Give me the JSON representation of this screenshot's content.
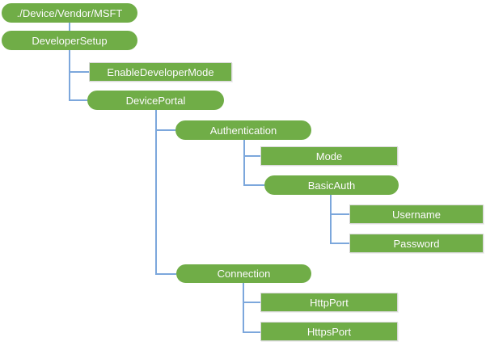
{
  "diagram": {
    "type": "tree-hierarchy",
    "colors": {
      "node_fill": "#70AD47",
      "node_text": "#FFFFFF",
      "connector": "#7CA7DC",
      "rect_border": "#D8D8D8",
      "background": "#FFFFFF"
    },
    "nodes": [
      {
        "id": "root",
        "label": "./Device/Vendor/MSFT",
        "shape": "rounded",
        "parent": null
      },
      {
        "id": "developersetup",
        "label": "DeveloperSetup",
        "shape": "rounded",
        "parent": "root"
      },
      {
        "id": "enabledevelopermode",
        "label": "EnableDeveloperMode",
        "shape": "rect",
        "parent": "developersetup"
      },
      {
        "id": "deviceportal",
        "label": "DevicePortal",
        "shape": "rounded",
        "parent": "developersetup"
      },
      {
        "id": "authentication",
        "label": "Authentication",
        "shape": "rounded",
        "parent": "deviceportal"
      },
      {
        "id": "mode",
        "label": "Mode",
        "shape": "rect",
        "parent": "authentication"
      },
      {
        "id": "basicauth",
        "label": "BasicAuth",
        "shape": "rounded",
        "parent": "authentication"
      },
      {
        "id": "username",
        "label": "Username",
        "shape": "rect",
        "parent": "basicauth"
      },
      {
        "id": "password",
        "label": "Password",
        "shape": "rect",
        "parent": "basicauth"
      },
      {
        "id": "connection",
        "label": "Connection",
        "shape": "rounded",
        "parent": "deviceportal"
      },
      {
        "id": "httpport",
        "label": "HttpPort",
        "shape": "rect",
        "parent": "connection"
      },
      {
        "id": "httpsport",
        "label": "HttpsPort",
        "shape": "rect",
        "parent": "connection"
      }
    ]
  }
}
